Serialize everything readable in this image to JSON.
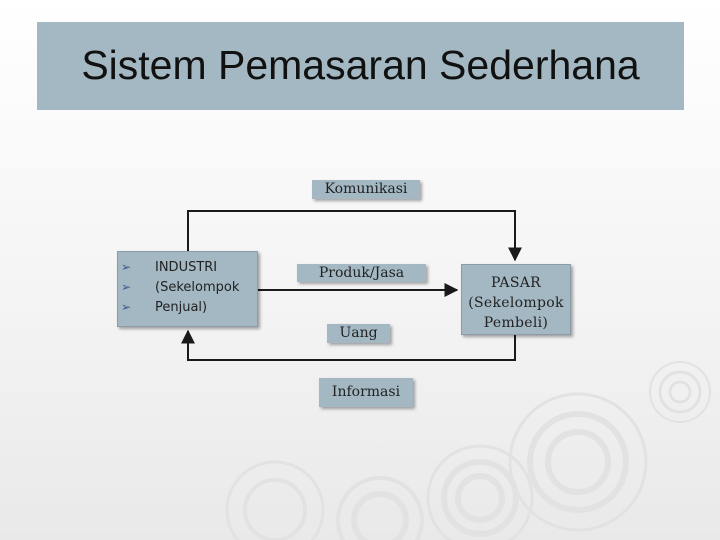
{
  "slide": {
    "title": "Sistem Pemasaran Sederhana"
  },
  "diagram": {
    "industri": {
      "lines": [
        "INDUSTRI",
        "(Sekelompok",
        "Penjual)"
      ],
      "bullet_glyph": "➢"
    },
    "pasar": {
      "lines": [
        "PASAR",
        "(Sekelompok",
        "Pembeli)"
      ]
    },
    "labels": {
      "komunikasi": "Komunikasi",
      "produk_jasa": "Produk/Jasa",
      "uang": "Uang",
      "informasi": "Informasi"
    }
  },
  "colors": {
    "box_fill": "#a3b8c2",
    "arrow": "#1a1a1a",
    "bullet": "#3a5a8c"
  }
}
